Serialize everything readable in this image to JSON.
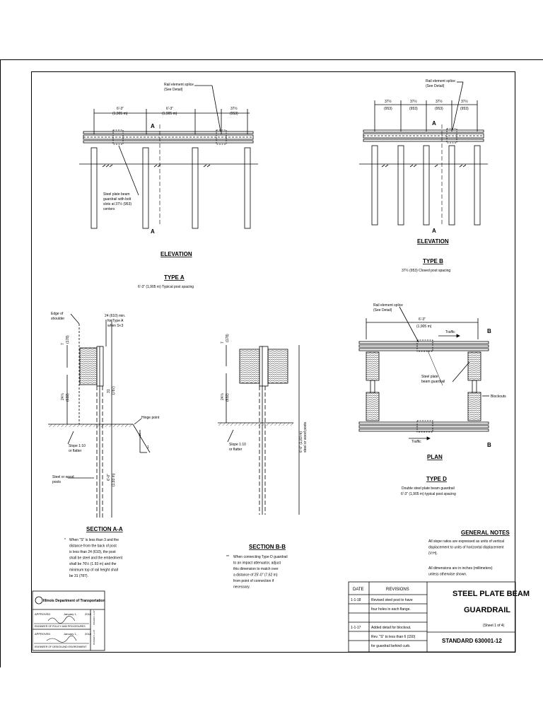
{
  "type_a": {
    "view_title": "ELEVATION",
    "type_title": "TYPE A",
    "caption": "6'-3\" (1,905 m) Typical post spacing",
    "dim1": "6'-3\"",
    "dim1_m": "(1,905 m)",
    "dim2": "6'-3\"",
    "dim2_m": "(1,905 m)",
    "dim3": "37½",
    "dim3_m": "(953)",
    "splice_1": "Rail element splice",
    "splice_2": "(See Detail)",
    "guard_1": "Steel plate beam",
    "guard_2": "guardrail with bolt",
    "guard_3": "slots at 37½ (953)",
    "guard_4": "centers",
    "section_mark": "A"
  },
  "type_b": {
    "view_title": "ELEVATION",
    "type_title": "TYPE B",
    "caption": "37½ (953) Closed post spacing",
    "splice_1": "Rail element splice",
    "splice_2": "(See Detail)",
    "dim": "37½",
    "dim_m": "(953)",
    "section_mark": "A"
  },
  "section_aa": {
    "title": "SECTION A-A",
    "edge_1": "Edge of",
    "edge_2": "shoulder",
    "min_1": "24 (610) min.",
    "min_2": "for Type A",
    "min_3": "when S<3",
    "hinge": "Hinge point",
    "slope_1": "Slope 1:10",
    "slope_2": "or flatter",
    "posts_1": "Steel or wood",
    "posts_2": "posts",
    "dim_7": "7",
    "dim_7m": "(178)",
    "dim_24": "24⅞",
    "dim_24m": "(632)",
    "dim_31": "31",
    "dim_31m": "(787)",
    "dim_6": "6'-0\"",
    "dim_6m": "(1,83 m)",
    "s_label": "S",
    "one_label": "1",
    "note_lines": [
      "When \"S\" is less than 3 and the",
      "distance from the back of post",
      "is less than 24 (610), the post",
      "shall be steel and the embedment",
      "shall be 76½ (1.93 m) and the",
      "minimum top of rail height shall",
      "be 31 (787)."
    ],
    "note_mark": "*"
  },
  "section_bb": {
    "title": "SECTION B-B",
    "slope_1": "Slope 1:10",
    "slope_2": "or flatter",
    "dim_vert": "6'-0\" (1,83 m)",
    "dim_vert_2": "steel or wood posts",
    "dim_7": "7",
    "dim_7m": "(178)",
    "dim_24": "24⅞",
    "dim_24m": "(632)",
    "note_mark": "**",
    "note_lines": [
      "When connecting Type D guardrail",
      "to an impact attenuator, adjust",
      "this dimension to match over",
      "a distance of 25'-0\" (7,62 m)",
      "from point of connection if",
      "necessary."
    ]
  },
  "type_d": {
    "view_title": "PLAN",
    "type_title": "TYPE D",
    "caption_1": "Double steel plate beam guardrail",
    "caption_2": "6'-3\" (1,905 m) typical post spacing",
    "splice_1": "Rail element splice",
    "splice_2": "(See Detail)",
    "dim": "6'-3\"",
    "dim_m": "(1,905 m)",
    "traffic": "Traffic",
    "guard_1": "Steel plate",
    "guard_2": "beam guardrail",
    "blockouts": "Blockouts",
    "section_mark": "B"
  },
  "general_notes": {
    "title": "GENERAL NOTES",
    "lines_1": [
      "All slope ratios are expressed as units of vertical",
      "displacement to units of horizontal displacement",
      "(V:H)."
    ],
    "lines_2": [
      "All dimensions are in inches (millimeters)",
      "unless otherwise shown."
    ]
  },
  "title_block": {
    "dept": "Illinois Department of Transportation",
    "approved": "APPROVED",
    "date_1": "January 1,",
    "year_1": "2018",
    "role_1": "ENGINEER OF POLICY AND PROCEDURES",
    "approved_2": "APPROVED",
    "date_2": "January 1,",
    "year_2": "2018",
    "role_2": "ENGINEER OF DESIGN AND ENVIRONMENT",
    "side_1": "ISSUED 1-1-97",
    "side_2": "PASSED 1-1-97",
    "date_hdr": "DATE",
    "rev_hdr": "REVISIONS",
    "rows": [
      {
        "date": "1-1-18",
        "text": "Revised steel post to have"
      },
      {
        "date": "",
        "text": "four holes in each flange."
      },
      {
        "date": "",
        "text": ""
      },
      {
        "date": "1-1-17",
        "text": "Added detail for blockout."
      },
      {
        "date": "",
        "text": "Rev. \"S\" to less than 6 (150)"
      },
      {
        "date": "",
        "text": "for guardrail behind curb."
      }
    ],
    "title_1": "STEEL PLATE BEAM",
    "title_2": "GUARDRAIL",
    "sheet": "(Sheet 1 of 4)",
    "standard": "STANDARD 630001-12"
  }
}
